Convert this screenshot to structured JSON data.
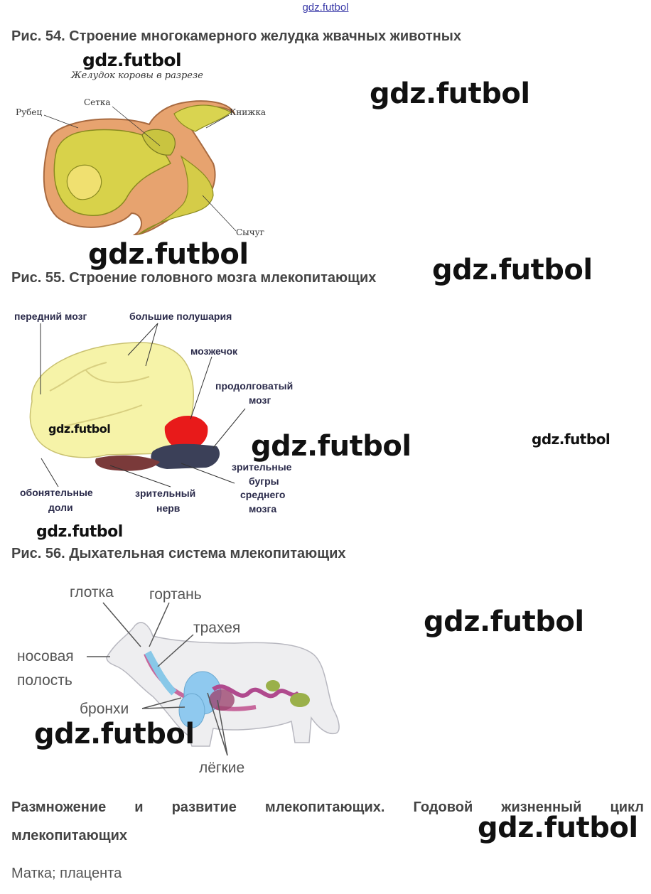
{
  "site": {
    "link": "gdz.futbol"
  },
  "watermark": "gdz.futbol",
  "fig54": {
    "heading": "Рис. 54. Строение многокамерного желудка жвачных животных",
    "subtitle": "Желудок коровы в разрезе",
    "labels": {
      "rumen": "Рубец",
      "reticulum": "Сетка",
      "omasum": "Книжка",
      "abomasum": "Сычуг"
    }
  },
  "fig55": {
    "heading": "Рис. 55. Строение головного мозга млекопитающих",
    "labels": {
      "forebrain": "передний мозг",
      "hemispheres": "большие полушария",
      "cerebellum": "мозжечок",
      "medulla_1": "продолговатый",
      "medulla_2": "мозг",
      "olfactory_1": "обонятельные",
      "olfactory_2": "доли",
      "optic_1": "зрительный",
      "optic_2": "нерв",
      "midbrain_1": "зрительные",
      "midbrain_2": "бугры",
      "midbrain_3": "среднего",
      "midbrain_4": "мозга"
    }
  },
  "fig56": {
    "heading": "Рис. 56. Дыхательная система млекопитающих",
    "labels": {
      "pharynx": "глотка",
      "larynx": "гортань",
      "trachea": "трахея",
      "nasal_1": "носовая",
      "nasal_2": "полость",
      "bronchi": "бронхи",
      "lungs": "лёгкие"
    }
  },
  "section": {
    "line1": "Размножение и развитие млекопитающих. Годовой жизненный цикл",
    "line2": "млекопитающих",
    "answer": "Матка; плацента"
  },
  "colors": {
    "link": "#3a3aa8",
    "heading": "#444444",
    "brain_label": "#2a2a4a"
  }
}
